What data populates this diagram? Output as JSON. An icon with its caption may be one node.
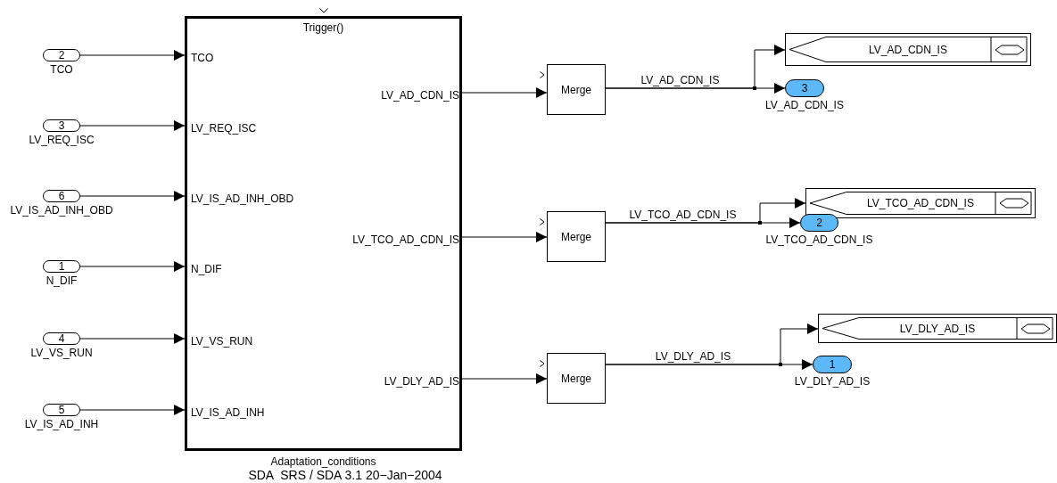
{
  "diagram": {
    "nodes": [
      {
        "text": [
          "2"
        ],
        "beside": [
          "TCO"
        ]
      },
      {
        "text": [
          "3"
        ],
        "beside": [
          "LV_REQ_ISC"
        ]
      },
      {
        "text": [
          "6"
        ],
        "beside": [
          "LV_IS_AD_INH_OBD"
        ]
      },
      {
        "text": [
          "1"
        ],
        "beside": [
          "N_DIF"
        ]
      },
      {
        "text": [
          "4"
        ],
        "beside": [
          "LV_VS_RUN"
        ]
      },
      {
        "text": [
          "5"
        ],
        "beside": [
          "LV_IS_AD_INH"
        ]
      },
      {
        "text": [
          "Trigger()",
          "TCO",
          "LV_REQ_ISC",
          "LV_IS_AD_INH_OBD",
          "N_DIF",
          "LV_VS_RUN",
          "LV_IS_AD_INH",
          "LV_AD_CDN_IS",
          "LV_TCO_AD_CDN_IS",
          "LV_DLY_AD_IS"
        ],
        "beside": [
          "Adaptation_conditions"
        ]
      },
      {
        "text": [
          "Merge"
        ]
      },
      {
        "text": [
          "Merge"
        ]
      },
      {
        "text": [
          "Merge"
        ]
      },
      {
        "text": [
          "LV_AD_CDN_IS"
        ]
      },
      {
        "text": [
          "3"
        ],
        "beside": [
          "LV_AD_CDN_IS"
        ]
      },
      {
        "text": [
          "LV_TCO_AD_CDN_IS"
        ]
      },
      {
        "text": [
          "2"
        ],
        "beside": [
          "LV_TCO_AD_CDN_IS"
        ]
      },
      {
        "text": [
          "LV_DLY_AD_IS"
        ]
      },
      {
        "text": [
          "1"
        ],
        "beside": [
          "LV_DLY_AD_IS"
        ]
      }
    ],
    "edges": [
      {
        "from": 0,
        "to": 6,
        "arrow": "to"
      },
      {
        "from": 1,
        "to": 6,
        "arrow": "to"
      },
      {
        "from": 2,
        "to": 6,
        "arrow": "to"
      },
      {
        "from": 3,
        "to": 6,
        "arrow": "to"
      },
      {
        "from": 4,
        "to": 6,
        "arrow": "to"
      },
      {
        "from": 5,
        "to": 6,
        "arrow": "to"
      },
      {
        "from": 6,
        "to": 7,
        "arrow": "to"
      },
      {
        "from": 6,
        "to": 8,
        "arrow": "to"
      },
      {
        "from": 6,
        "to": 9,
        "arrow": "to"
      },
      {
        "from": 7,
        "to": 10,
        "arrow": "to",
        "label": "LV_AD_CDN_IS"
      },
      {
        "from": 7,
        "to": 11,
        "arrow": "to"
      },
      {
        "from": 8,
        "to": 12,
        "arrow": "to",
        "label": "LV_TCO_AD_CDN_IS"
      },
      {
        "from": 8,
        "to": 13,
        "arrow": "to"
      },
      {
        "from": 9,
        "to": 14,
        "arrow": "to",
        "label": "LV_DLY_AD_IS"
      },
      {
        "from": 9,
        "to": 15,
        "arrow": "to"
      }
    ],
    "labels": [
      "SDA  SRS / SDA 3.1 20−Jan−2004"
    ]
  }
}
